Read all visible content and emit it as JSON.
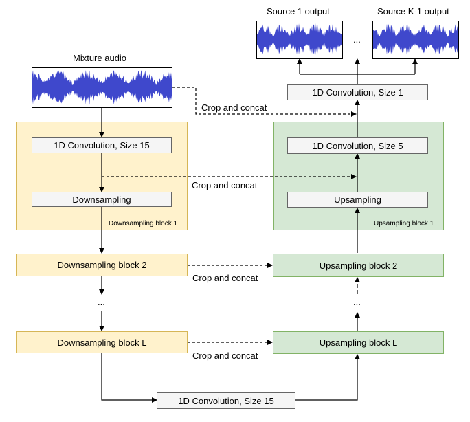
{
  "inputs": {
    "mixture_label": "Mixture audio"
  },
  "outputs": {
    "source_1_label": "Source 1 output",
    "source_k1_label": "Source K-1 output",
    "ellipsis": "..."
  },
  "down_block_1": {
    "conv": "1D Convolution, Size 15",
    "downsampling": "Downsampling",
    "caption": "Downsampling block 1"
  },
  "down_block_2": "Downsampling block 2",
  "down_block_L": "Downsampling block L",
  "up_block_1": {
    "conv": "1D Convolution, Size 5",
    "upsampling": "Upsampling",
    "caption": "Upsampling block 1"
  },
  "up_block_2": "Upsampling block 2",
  "up_block_L": "Upsampling block L",
  "output_conv": "1D Convolution, Size 1",
  "bottleneck_conv": "1D Convolution, Size 15",
  "crop_concat": "Crop and concat",
  "vertical_ellipsis": "...",
  "colors": {
    "waveform": "#3f48cc",
    "down_fill": "#fff2cc",
    "down_border": "#d6b656",
    "up_fill": "#d5e8d4",
    "up_border": "#82b366",
    "grey_fill": "#f5f5f5"
  }
}
